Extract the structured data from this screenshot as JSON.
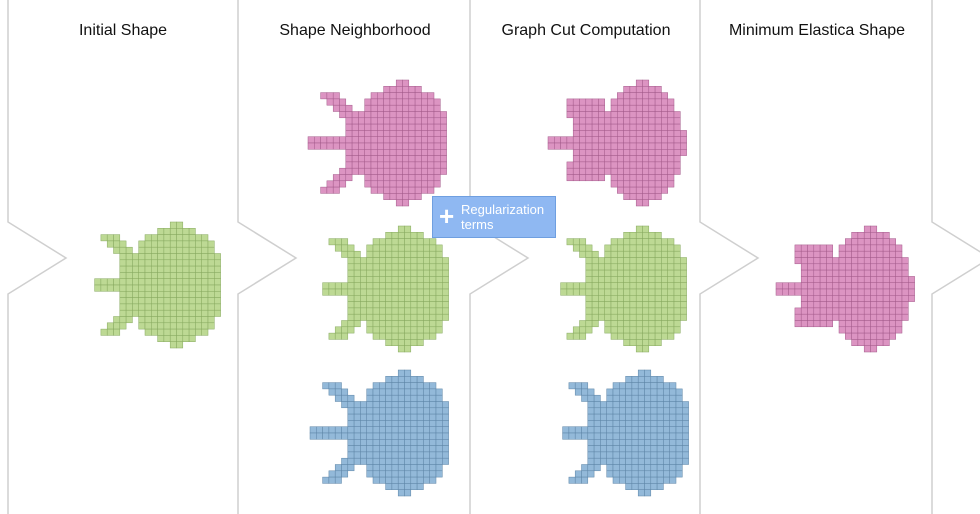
{
  "columns": [
    {
      "title": "Initial Shape"
    },
    {
      "title": "Shape Neighborhood"
    },
    {
      "title": "Graph Cut Computation"
    },
    {
      "title": "Minimum Elastica Shape"
    }
  ],
  "regularization": {
    "icon": "plus-icon",
    "line1": "Regularization",
    "line2": "terms"
  },
  "colors": {
    "pink_fill": "#dc94c2",
    "pink_stroke": "#a35a8a",
    "green_fill": "#bdd994",
    "green_stroke": "#86a85e",
    "blue_fill": "#93b9d9",
    "blue_stroke": "#5d84a6",
    "chevron_line": "#cfcfcf",
    "reg_box": "#8fb8f2"
  },
  "shapes": {
    "initial": "green",
    "neighborhood": [
      "pink",
      "green",
      "blue"
    ],
    "graph_cut": [
      "pink",
      "green",
      "blue"
    ],
    "minimum": "pink"
  }
}
